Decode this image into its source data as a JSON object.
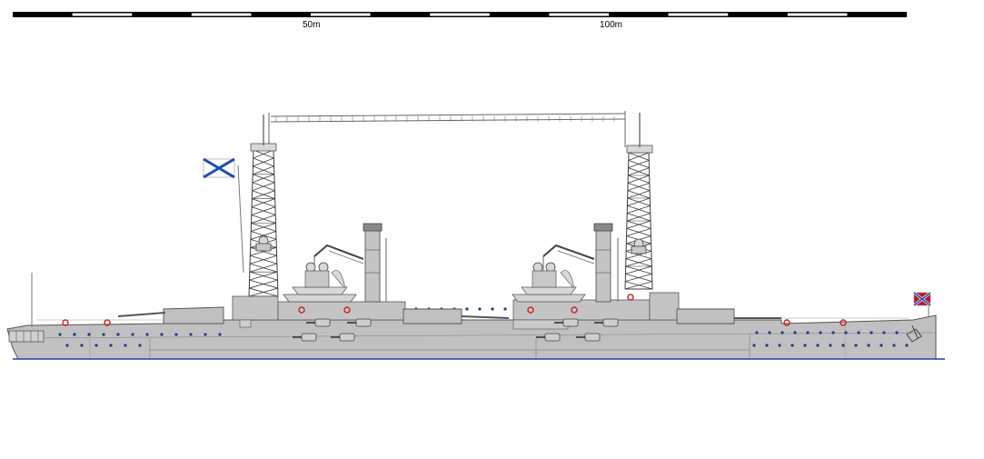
{
  "scale_bar": {
    "labels": [
      "50m",
      "100m"
    ],
    "segment_colors": [
      "#000000",
      "#ffffff"
    ]
  },
  "colors": {
    "hull": "#c0c0c0",
    "hull_dark": "#a8a8a8",
    "outline": "#555555",
    "waterline": "#2b3aa0",
    "porthole": "#1a3a8c",
    "lifebuoy": "#d02020",
    "flag_blue": "#1f4fa8",
    "flag_red": "#c8102e",
    "lattice": "#3c3c3c"
  },
  "flags": {
    "stern": "st-andrew-ensign",
    "bow": "jack"
  }
}
